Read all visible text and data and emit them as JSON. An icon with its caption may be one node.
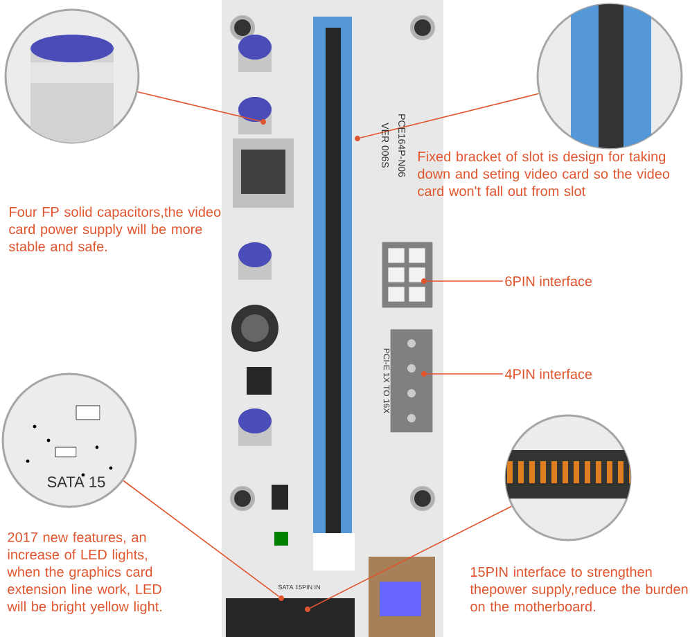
{
  "diagram": {
    "nodes": [
      {
        "text": [
          "Four FP solid capacitors,the video card power supply will be more stable and safe."
        ]
      },
      {
        "text": [],
        "shape": "picture"
      },
      {
        "text": [],
        "shape": "circle"
      },
      {
        "text": [
          "Fixed bracket of slot is design for taking down and seting video card so the video card won't fall out from slot"
        ]
      },
      {
        "text": [],
        "shape": "picture"
      },
      {
        "text": [],
        "shape": "circle"
      },
      {
        "text": [
          "6PIN interface"
        ]
      },
      {
        "text": [],
        "shape": "circle"
      },
      {
        "text": [
          "4PIN interface"
        ]
      },
      {
        "text": [],
        "shape": "circle"
      },
      {
        "text": [],
        "shape": "picture"
      },
      {
        "text": [],
        "shape": "circle"
      },
      {
        "text": [
          "2017 new features, an increase of LED lights, when the graphics card extension line work, LED will be bright yellow light."
        ]
      },
      {
        "text": [],
        "shape": "picture"
      },
      {
        "text": [],
        "shape": "circle"
      },
      {
        "text": [
          "15PIN interface to strengthen thepower supply,reduce the burden on the motherboard."
        ]
      }
    ],
    "edges": [
      {
        "from": 1,
        "to": 2,
        "arrow": "none"
      },
      {
        "from": 4,
        "to": 5,
        "arrow": "none"
      },
      {
        "from": 6,
        "to": 7,
        "arrow": "none"
      },
      {
        "from": 8,
        "to": 9,
        "arrow": "none"
      },
      {
        "from": 10,
        "to": 11,
        "arrow": "none"
      },
      {
        "from": 13,
        "to": 14,
        "arrow": "none"
      }
    ],
    "labels": [
      "PCE164P-N06",
      "VER 006S",
      "PCI-E 1X TO 16X",
      "SATA 15PIN IN",
      "SATA 15"
    ]
  }
}
